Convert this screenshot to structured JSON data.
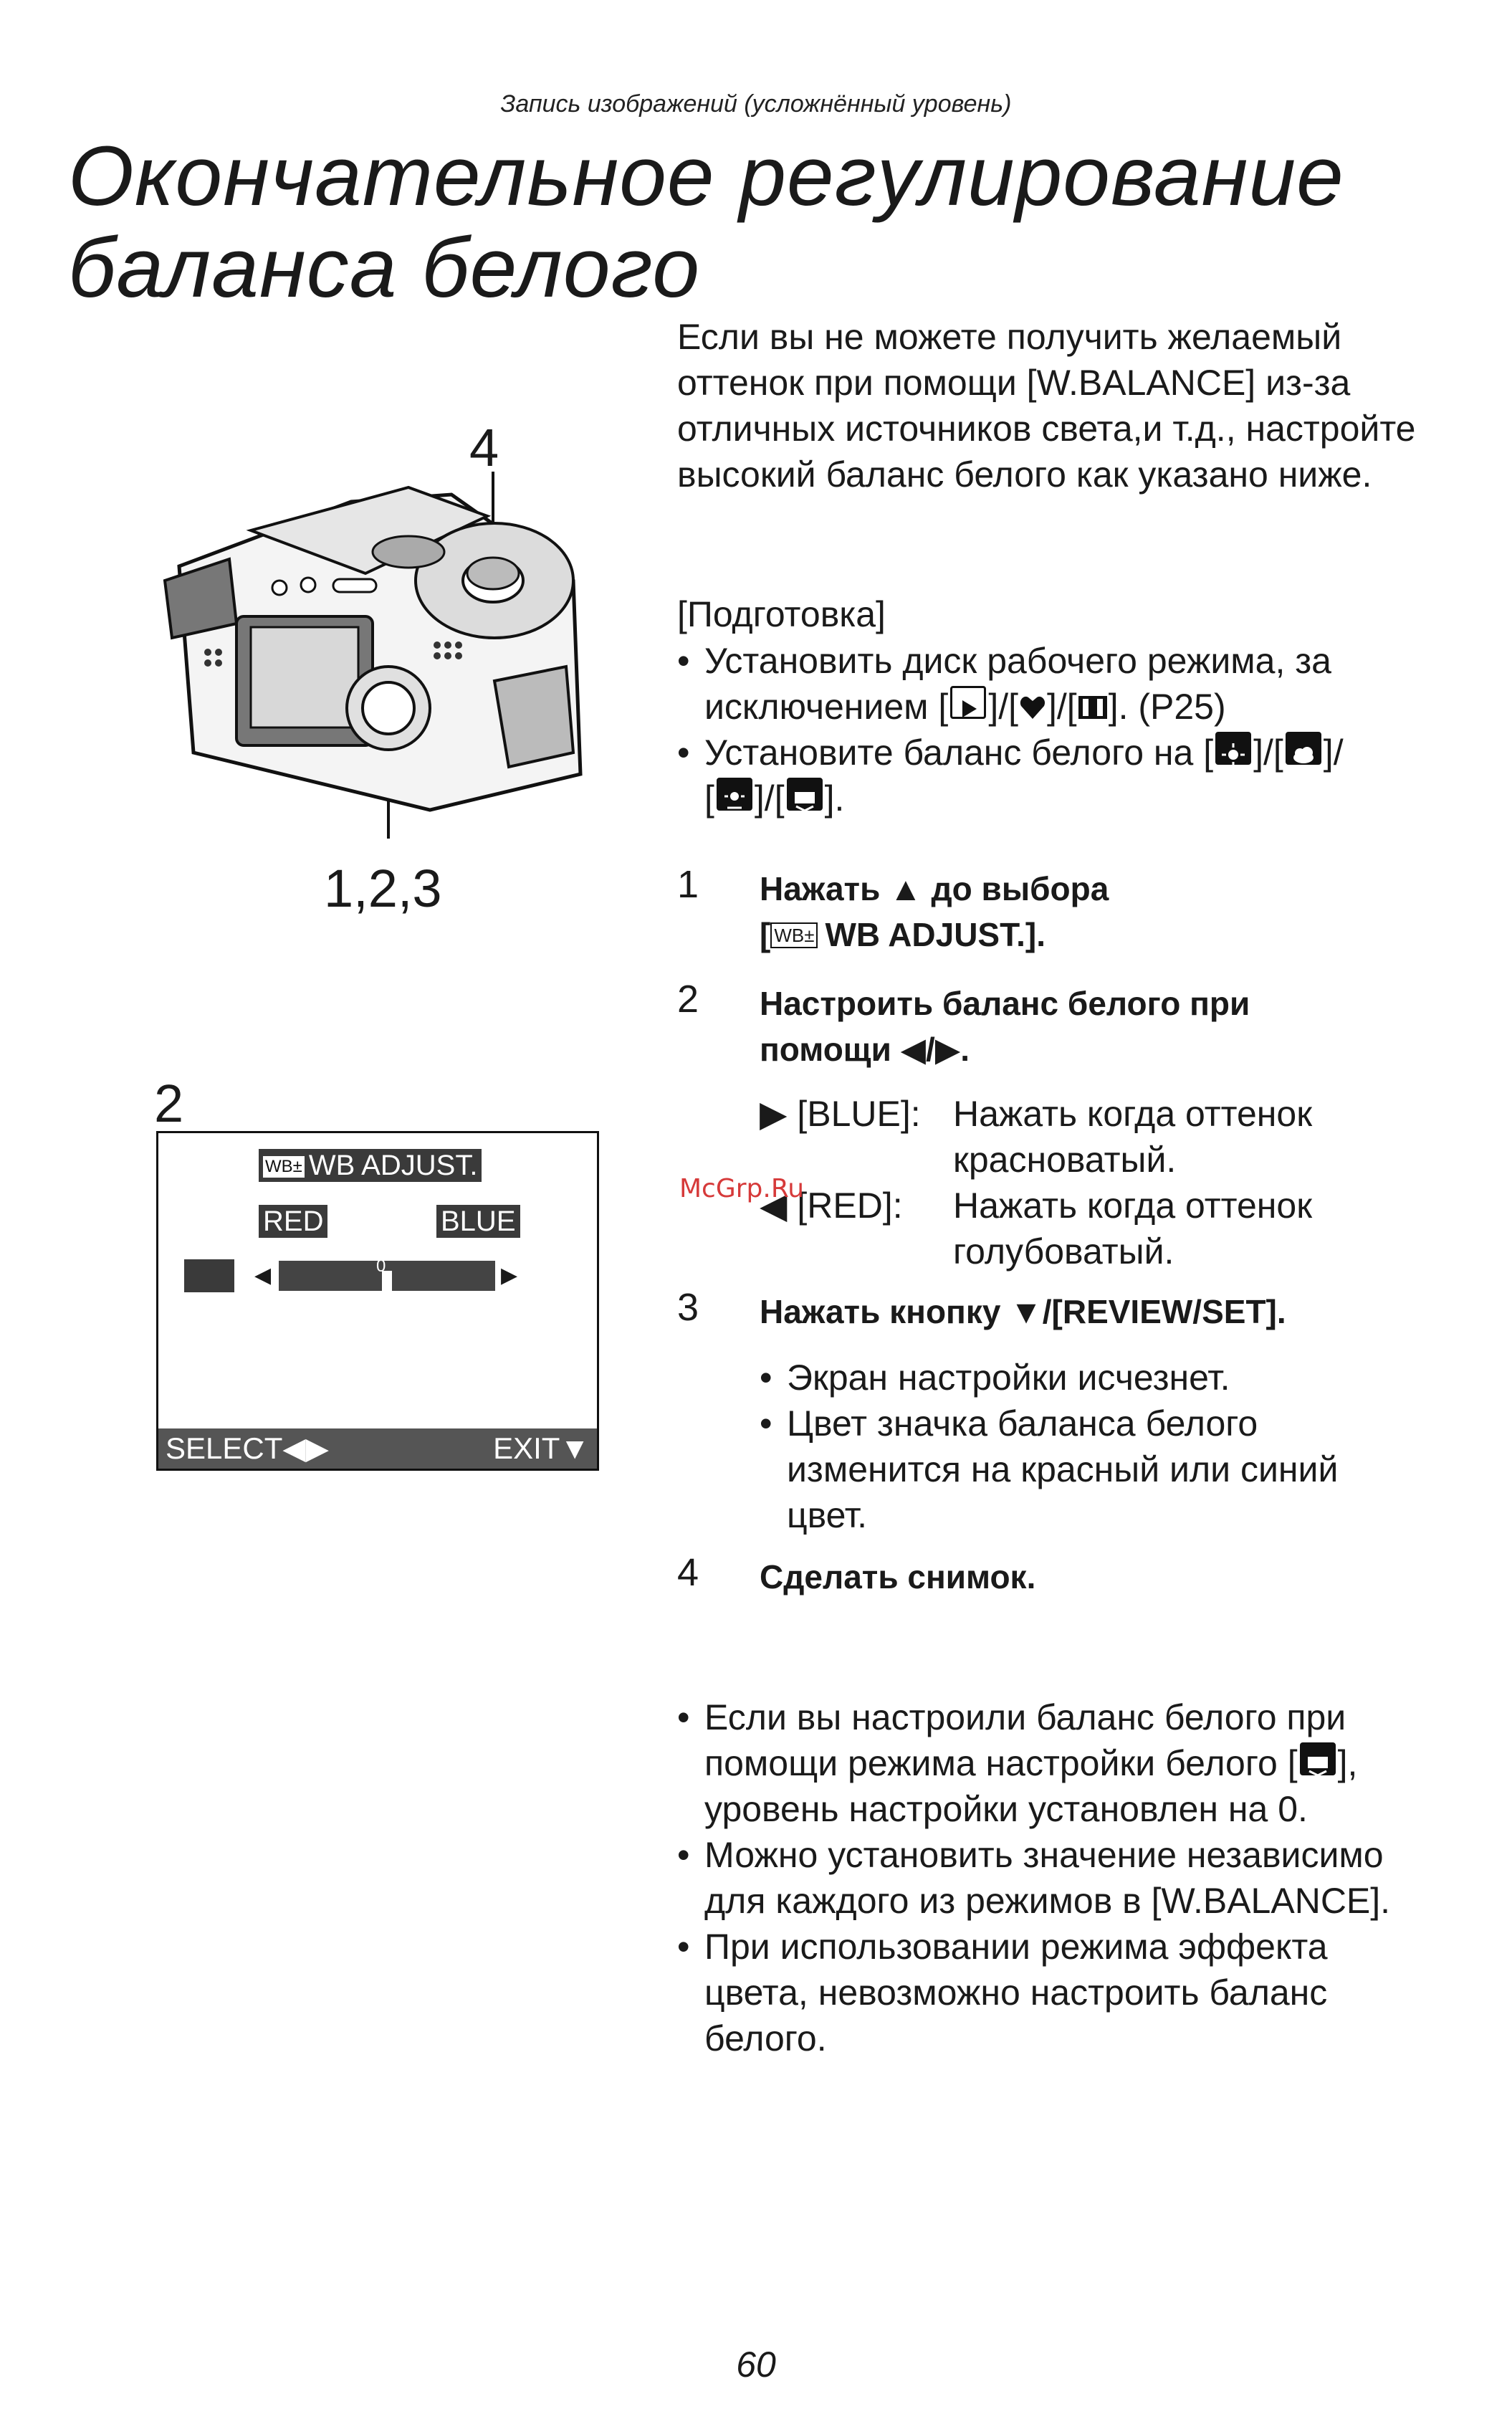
{
  "header": "Запись изображений (усложнённый уровень)",
  "title": {
    "line1": "Окончательное регулирование",
    "line2": "баланса белого"
  },
  "intro": "Если вы не можете получить желаемый оттенок при помощи [W.BALANCE] из-за отличных источников света,и т.д., настройте высокий баланс белого как указано ниже.",
  "prep": {
    "heading": "[Подготовка]",
    "bullet1_line1": "Установить диск рабочего режима, за",
    "bullet1_line2a": "исключением [",
    "bullet1_line2b": "]/[",
    "bullet1_line2c": "]/[",
    "bullet1_line2d": "]. (P25)",
    "bullet2_line1a": "Установите баланс белого на [",
    "bullet2_line1b": "]/[",
    "bullet2_line1c": "]/",
    "bullet2_line2a": "[",
    "bullet2_line2b": "]/[",
    "bullet2_line2c": "]."
  },
  "figure": {
    "callout_top": "4",
    "callout_bottom": "1,2,3",
    "screen_label": "2"
  },
  "lcd": {
    "wb_icon": "WB±",
    "title": "WB ADJUST.",
    "red": "RED",
    "blue": "BLUE",
    "zero": "0",
    "select": "SELECT◀▶",
    "exit": "EXIT▼"
  },
  "steps": [
    {
      "num": "1",
      "line1": "Нажать ▲ до выбора",
      "line2_icon": "WB±",
      "line2": "WB ADJUST.]."
    },
    {
      "num": "2",
      "line1": "Настроить баланс белого при",
      "line2": "помощи ◀/▶."
    },
    {
      "num": "3",
      "line1": "Нажать кнопку ▼/[REVIEW/SET]."
    },
    {
      "num": "4",
      "line1": "Сделать снимок."
    }
  ],
  "step2_options": [
    {
      "key": "▶ [BLUE]:",
      "line1": "Нажать когда оттенок",
      "line2": "красноватый."
    },
    {
      "key": "◀ [RED]:",
      "line1": "Нажать когда оттенок",
      "line2": "голубоватый."
    }
  ],
  "step3_bullets": {
    "b1": "Экран настройки исчезнет.",
    "b2_line1": "Цвет значка баланса белого",
    "b2_line2": "изменится на красный или синий",
    "b2_line3": "цвет."
  },
  "notes": {
    "n1_line1": "Если вы настроили баланс белого при",
    "n1_line2a": "помощи режима настройки белого [",
    "n1_line2b": "],",
    "n1_line3": "уровень настройки установлен на 0.",
    "n2_line1": "Можно установить значение независимо",
    "n2_line2": "для каждого из режимов в [W.BALANCE].",
    "n3_line1": "При использовании режима эффекта",
    "n3_line2": "цвета, невозможно настроить баланс",
    "n3_line3": "белого."
  },
  "watermark": "McGrp.Ru",
  "page_number": "60",
  "colors": {
    "watermark": "#d63a3a",
    "lcd_chip": "#3a3a3a"
  }
}
